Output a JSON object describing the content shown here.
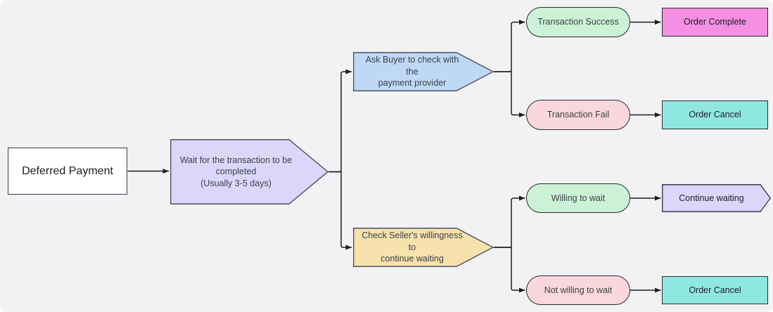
{
  "canvas": {
    "background": "#f2f2f4"
  },
  "colors": {
    "lavender": "#dad7fa",
    "blue": "#bed8f6",
    "yellow": "#f7e2ad",
    "green": "#ccf1d6",
    "pink": "#f9d7dc",
    "magenta": "#f48fe1",
    "cyan": "#8fe8e0",
    "white": "#ffffff",
    "edge": "#1d1d1f"
  },
  "nodes": {
    "deferred_payment": {
      "label": "Deferred Payment",
      "type": "rectangle"
    },
    "wait": {
      "label": "Wait for the transaction to be\ncompleted\n(Usually 3-5 days)",
      "type": "pentagon"
    },
    "ask_buyer": {
      "label": "Ask Buyer to check with the\npayment provider",
      "type": "pentagon"
    },
    "transaction_success": {
      "label": "Transaction Success",
      "type": "pill"
    },
    "order_complete": {
      "label": "Order Complete",
      "type": "rectangle"
    },
    "transaction_fail": {
      "label": "Transaction Fail",
      "type": "pill"
    },
    "order_cancel_top": {
      "label": "Order Cancel",
      "type": "rectangle"
    },
    "check_seller": {
      "label": "Check Seller's willingness to\ncontinue waiting",
      "type": "pentagon"
    },
    "willing_to_wait": {
      "label": "Willing to wait",
      "type": "pill"
    },
    "continue_waiting": {
      "label": "Continue waiting",
      "type": "pentagon"
    },
    "not_willing_to_wait": {
      "label": "Not willing to wait",
      "type": "pill"
    },
    "order_cancel_bottom": {
      "label": "Order Cancel",
      "type": "rectangle"
    }
  }
}
